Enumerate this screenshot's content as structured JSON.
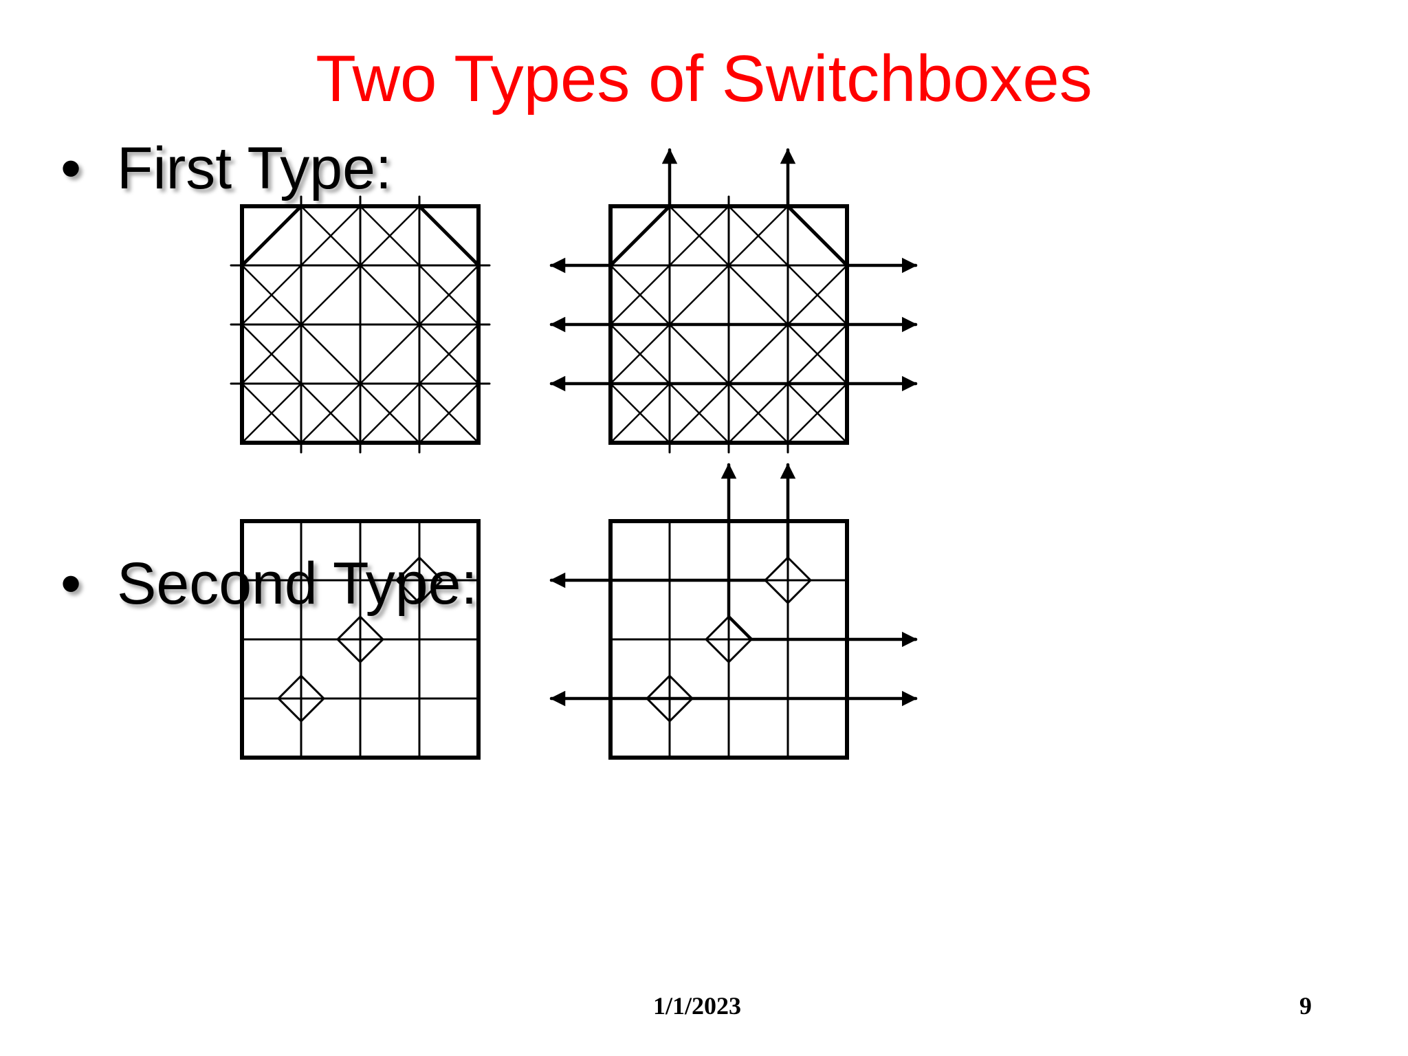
{
  "slide": {
    "title": "Two Types of Switchboxes",
    "bullets": [
      {
        "symbol": "•",
        "text": "First Type:"
      },
      {
        "symbol": "•",
        "text": "Second Type:"
      }
    ]
  },
  "footer": {
    "date": "1/1/2023",
    "page_number": "9"
  },
  "colors": {
    "title": "#ff0000",
    "text": "#000000",
    "lines": "#000000"
  },
  "diagrams": [
    {
      "type": "first",
      "routed": false
    },
    {
      "type": "first",
      "routed": true
    },
    {
      "type": "second",
      "routed": false
    },
    {
      "type": "second",
      "routed": true
    }
  ]
}
